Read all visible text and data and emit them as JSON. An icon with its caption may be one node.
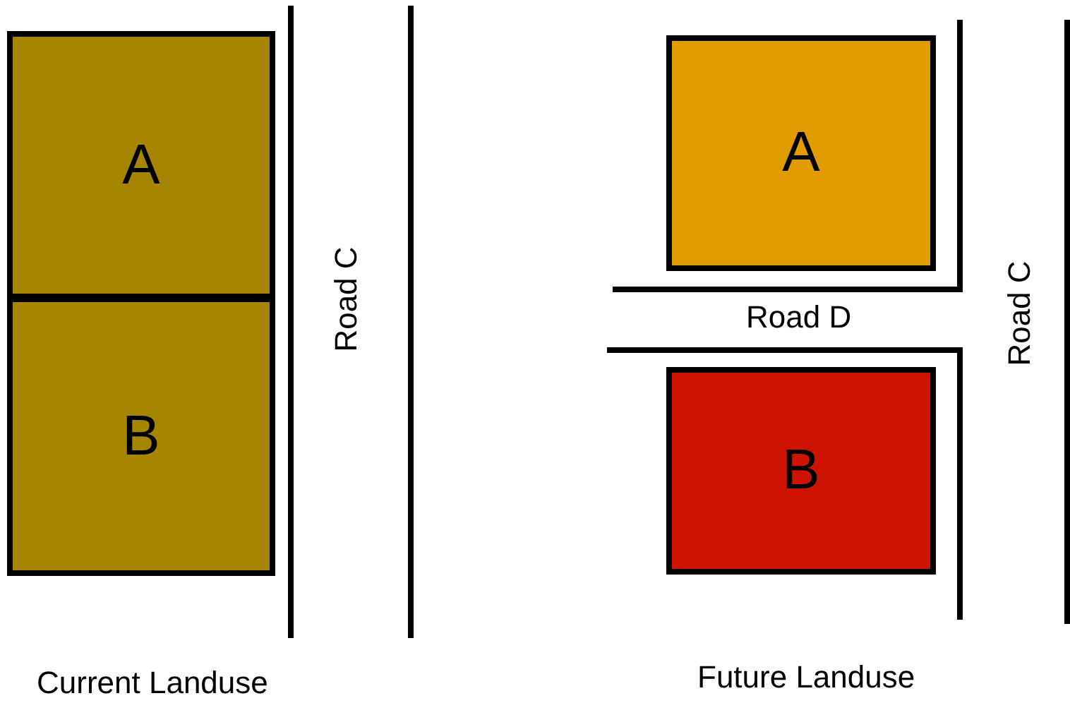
{
  "diagram": {
    "nodes": [
      {
        "text": [
          "A"
        ]
      },
      {
        "text": [
          "B"
        ]
      },
      {
        "text": [
          "A"
        ]
      },
      {
        "text": [
          "B"
        ]
      }
    ],
    "labels": [
      "Road C",
      "Road D",
      "Road C",
      "Current Landuse",
      "Future Landuse"
    ]
  }
}
